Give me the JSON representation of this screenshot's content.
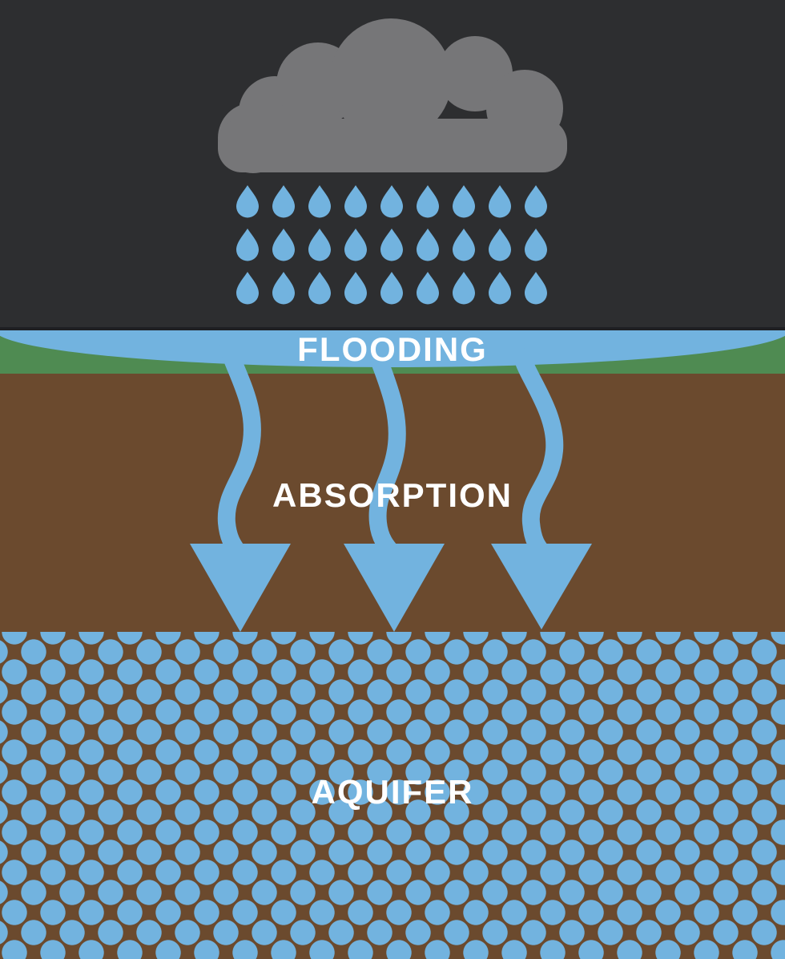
{
  "diagram": {
    "description": "Groundwater infographic: rain causes flooding, water absorption through soil, recharge of aquifer",
    "labels": {
      "flooding": "FLOODING",
      "absorption": "ABSORPTION",
      "aquifer": "AQUIFER"
    },
    "rain": {
      "rows": 3,
      "cols": 9
    },
    "scene": {
      "cloud": "rain-cloud",
      "stream_count": 3,
      "arrow_count": 3
    }
  },
  "colors": {
    "background_dark": "#2D2E30",
    "divider_dark": "#1E1F23",
    "cloud_gray": "#767678",
    "water_blue": "#72B3DF",
    "grass_green": "#4F8B52",
    "soil_brown": "#6B4A2E",
    "label_white": "#FFFFFF"
  }
}
